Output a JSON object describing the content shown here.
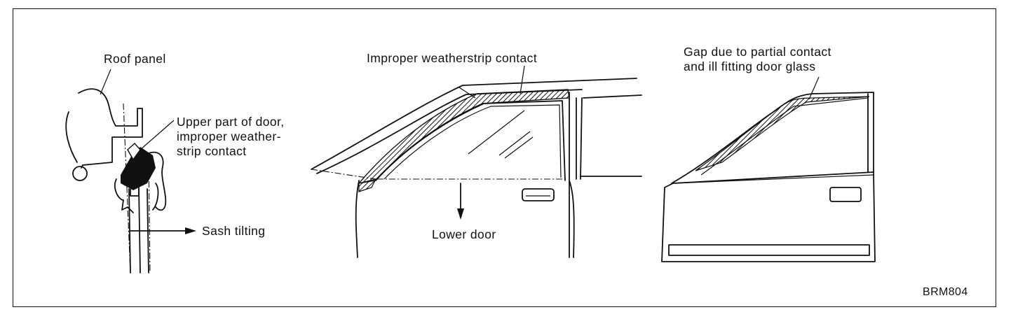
{
  "labels": {
    "roof_panel": "Roof panel",
    "upper_door": "Upper part of door,\nimproper weather-\nstrip contact",
    "sash_tilting": "Sash tilting",
    "improper_contact": "Improper weatherstrip contact",
    "lower_door": "Lower door",
    "gap_partial": "Gap due to partial contact\nand ill fitting door glass",
    "figure_code": "BRM804"
  }
}
